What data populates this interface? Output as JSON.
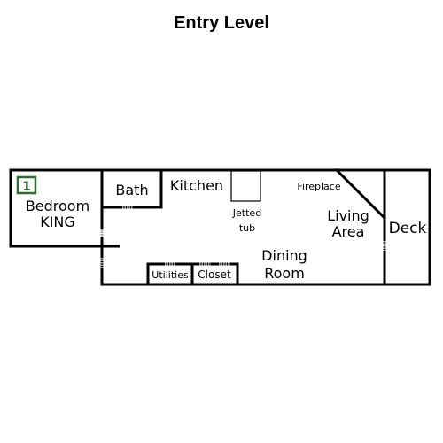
{
  "title": "Entry Level",
  "rooms": {
    "bedroom_badge": "1",
    "bedroom_line1": "Bedroom",
    "bedroom_line2": "KING",
    "bath": "Bath",
    "kitchen": "Kitchen",
    "jetted_line1": "Jetted",
    "jetted_line2": "tub",
    "fireplace": "Fireplace",
    "living_line1": "Living",
    "living_line2": "Area",
    "deck": "Deck",
    "dining_line1": "Dining",
    "dining_line2": "Room",
    "utilities": "Utilities",
    "closet": "Closet"
  },
  "colors": {
    "badge": "#2e6b2e",
    "wall": "#000000",
    "door": "#9a9a9a"
  }
}
